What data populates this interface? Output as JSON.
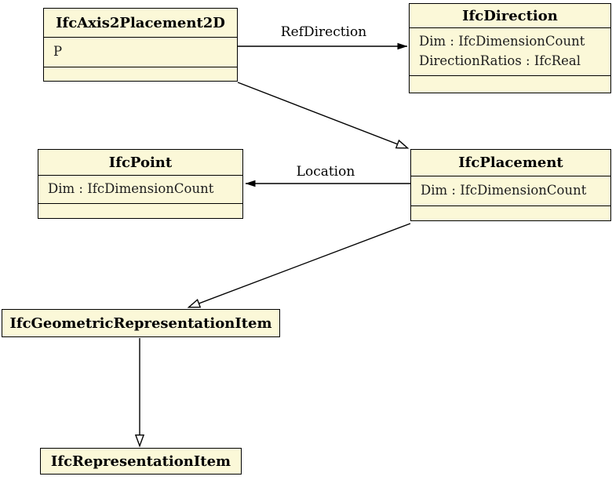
{
  "diagram": {
    "type": "uml-class-diagram",
    "classes": {
      "axis2placement2d": {
        "name": "IfcAxis2Placement2D",
        "attributes": [
          "P"
        ]
      },
      "direction": {
        "name": "IfcDirection",
        "attributes": [
          "Dim : IfcDimensionCount",
          "DirectionRatios : IfcReal"
        ]
      },
      "point": {
        "name": "IfcPoint",
        "attributes": [
          "Dim : IfcDimensionCount"
        ]
      },
      "placement": {
        "name": "IfcPlacement",
        "attributes": [
          "Dim : IfcDimensionCount"
        ]
      },
      "geometric_representation_item": {
        "name": "IfcGeometricRepresentationItem",
        "attributes": []
      },
      "representation_item": {
        "name": "IfcRepresentationItem",
        "attributes": []
      }
    },
    "associations": {
      "ref_direction": {
        "label": "RefDirection",
        "from": "IfcAxis2Placement2D",
        "to": "IfcDirection",
        "arrow": "filled-arrowhead"
      },
      "location": {
        "label": "Location",
        "from": "IfcPlacement",
        "to": "IfcPoint",
        "arrow": "filled-arrowhead"
      }
    },
    "generalizations": [
      {
        "from": "IfcAxis2Placement2D",
        "to": "IfcPlacement",
        "arrow": "hollow-triangle"
      },
      {
        "from": "IfcPlacement",
        "to": "IfcGeometricRepresentationItem",
        "arrow": "hollow-triangle"
      },
      {
        "from": "IfcGeometricRepresentationItem",
        "to": "IfcRepresentationItem",
        "arrow": "hollow-triangle"
      }
    ],
    "colors": {
      "class_fill": "#FBF8D8",
      "line": "#000000",
      "background": "#FFFFFF"
    }
  }
}
